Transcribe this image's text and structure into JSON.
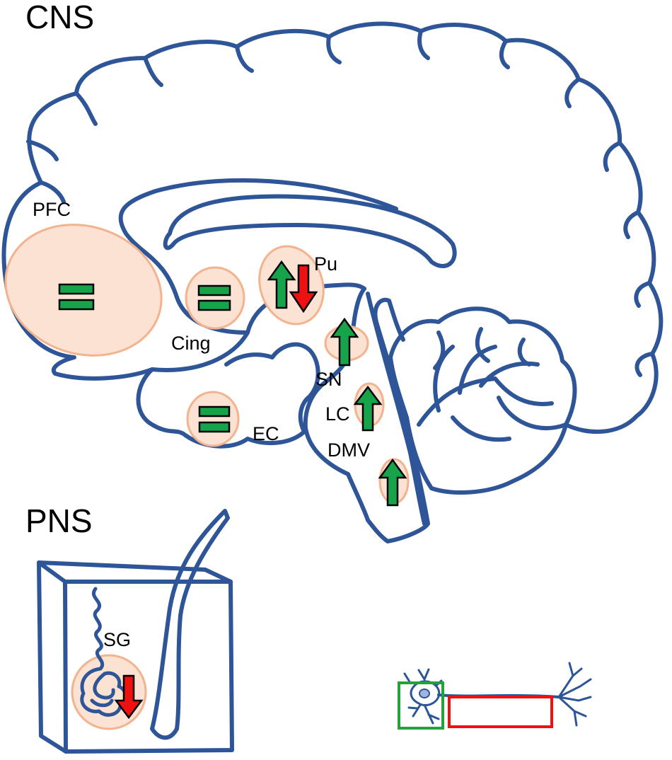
{
  "sections": {
    "cns": "CNS",
    "pns": "PNS"
  },
  "regions": {
    "pfc": {
      "label": "PFC",
      "change": "equal"
    },
    "cing": {
      "label": "Cing",
      "change": "equal"
    },
    "pu": {
      "label": "Pu",
      "change": "up-and-down"
    },
    "sn": {
      "label": "SN",
      "change": "up"
    },
    "lc": {
      "label": "LC",
      "change": "up"
    },
    "dmv": {
      "label": "DMV",
      "change": "up"
    },
    "ec": {
      "label": "EC",
      "change": "equal"
    },
    "sg": {
      "label": "SG",
      "change": "down"
    }
  },
  "colors": {
    "outline": "#2e5597",
    "region_fill": "#fbe2d2",
    "region_stroke": "#f2b38e",
    "increase": "#16a34a",
    "decrease": "#ee1111",
    "soma_box": "#22a33a",
    "axon_box": "#ee1111"
  },
  "icons": {
    "equal": "equal-bars-icon",
    "up": "up-arrow-icon",
    "down": "down-arrow-icon",
    "neuron": "neuron-icon"
  }
}
